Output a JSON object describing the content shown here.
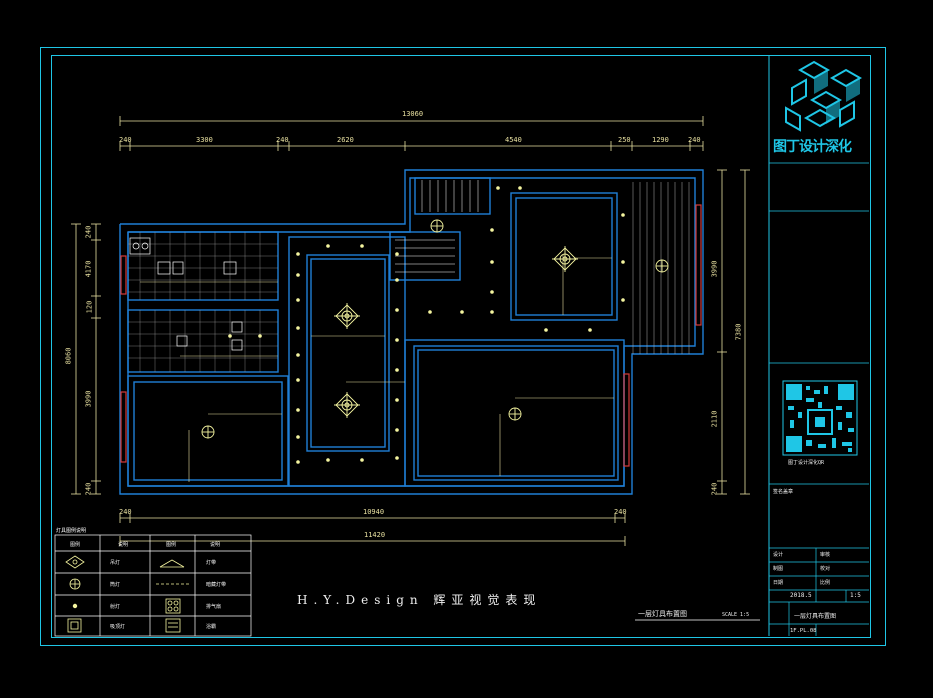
{
  "title_block": {
    "company": "图丁设计深化",
    "brand_line": "H.Y.Design 辉亚视觉表现",
    "drawing_title": "一层灯具布置图",
    "scale": "SCALE 1:5",
    "sheet_no": "1F.PL.08",
    "date": "2018.5",
    "rows": [
      {
        "label": "设计",
        "value": ""
      },
      {
        "label": "审核",
        "value": ""
      },
      {
        "label": "制图",
        "value": ""
      },
      {
        "label": "校对",
        "value": ""
      },
      {
        "label": "日期",
        "value": "2018.5"
      },
      {
        "label": "比例",
        "value": "1:5"
      }
    ],
    "sheet_label": "一层灯具布置图",
    "sign_label": "签名盖章",
    "qr_caption": "图丁设计深化QR"
  },
  "dimensions": {
    "top_total": "13060",
    "top_segments": [
      "240",
      "3300",
      "240",
      "2620",
      "4540",
      "250",
      "1290",
      "240"
    ],
    "bottom_total": "11420",
    "bottom_segments": [
      "240",
      "10940",
      "240"
    ],
    "left_total": "8060",
    "left_segments": [
      "240",
      "4170",
      "120",
      "3990",
      "240"
    ],
    "right_total": "7380",
    "right_segments": [
      "3990",
      "2110",
      "240"
    ]
  },
  "legend": {
    "title": "灯具图例说明",
    "header": [
      "图例",
      "说明",
      "图例",
      "说明"
    ],
    "items": [
      {
        "symbol": "ceiling-pendant",
        "label": "吊灯",
        "symbol2": "linear-strip",
        "label2": "灯带"
      },
      {
        "symbol": "downlight",
        "label": "筒灯",
        "symbol2": "dashed-line",
        "label2": "暗藏灯带"
      },
      {
        "symbol": "small-spot",
        "label": "射灯",
        "symbol2": "grille",
        "label2": "排气扇"
      },
      {
        "symbol": "square-panel",
        "label": "吸顶灯",
        "symbol2": "panel-vent",
        "label2": "浴霸"
      }
    ]
  },
  "colors": {
    "frame": "#1fc6e6",
    "walls": "#1f7fd6",
    "dim": "#e8e0a0",
    "lamp": "#f5f5a0",
    "windows": "#d43a3a",
    "text": "#ffffff"
  }
}
